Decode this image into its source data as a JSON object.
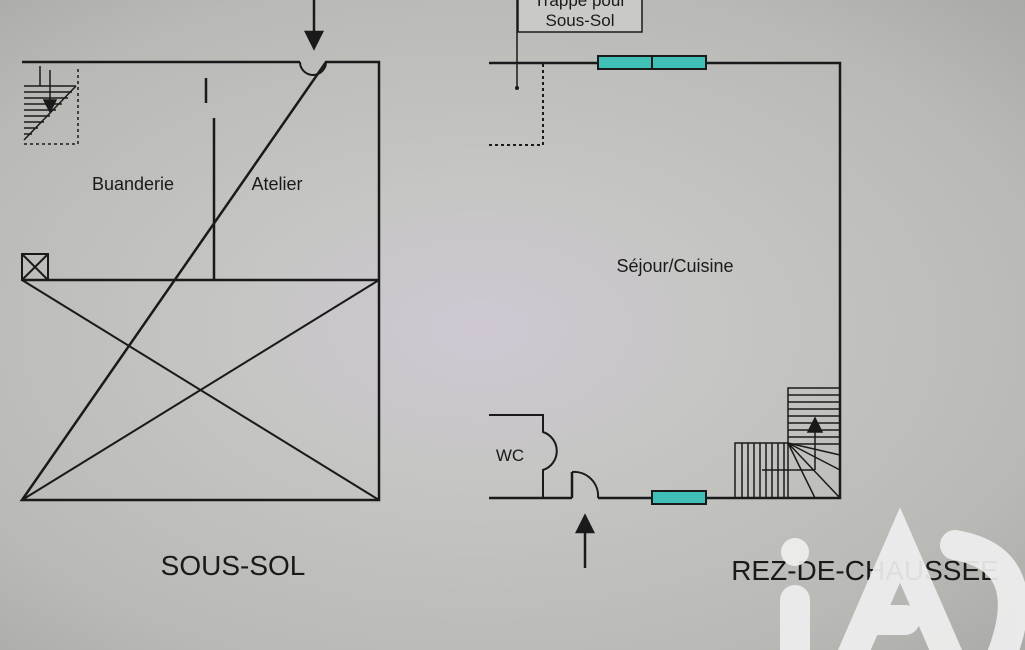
{
  "sous_sol": {
    "title": "SOUS-SOL",
    "rooms": [
      "Buanderie",
      "Atelier"
    ]
  },
  "rdc": {
    "title": "REZ-DE-CHAUSSEE",
    "rooms": [
      "Séjour/Cuisine",
      "WC"
    ],
    "trap_label_line1": "Trappe pour",
    "trap_label_line2": "Sous-Sol"
  },
  "logo": {
    "text": "iAD"
  },
  "colors": {
    "wall": "#1a1a1a",
    "window": "#3fbfb5",
    "logo": "#efefef"
  }
}
